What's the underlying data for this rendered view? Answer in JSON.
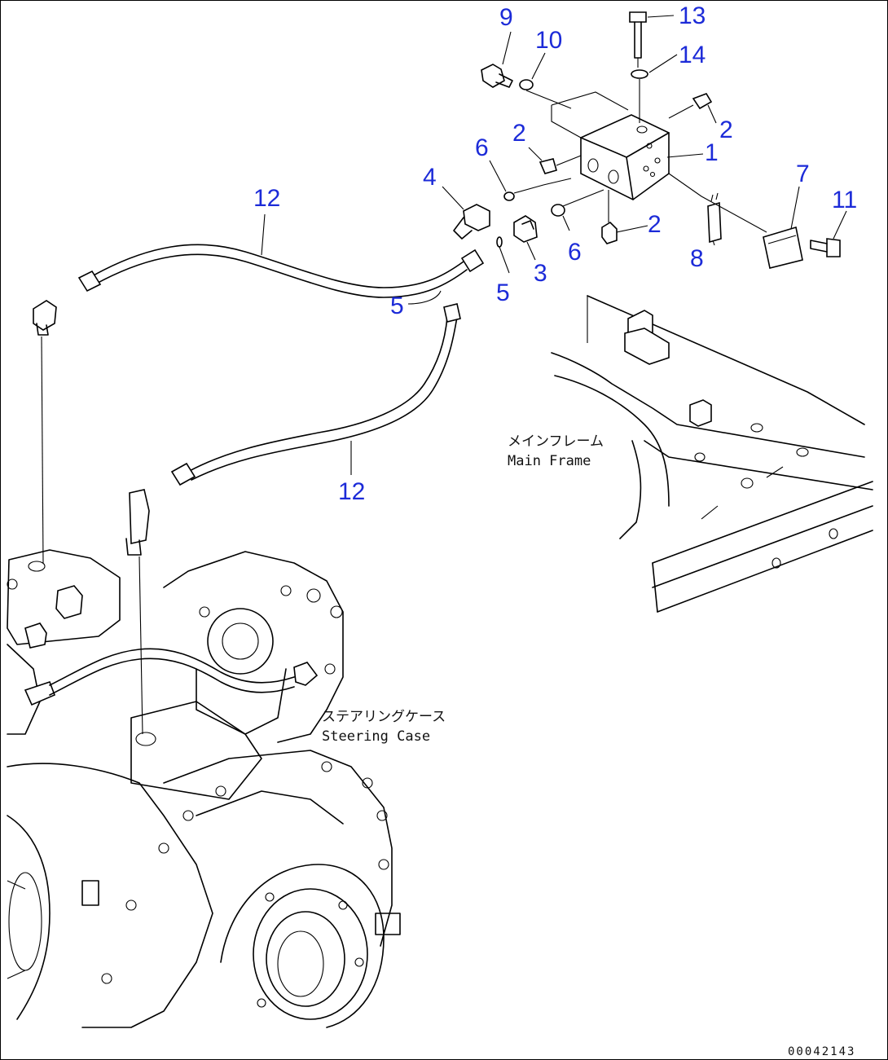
{
  "callouts": [
    {
      "id": "c1",
      "text": "1"
    },
    {
      "id": "c2a",
      "text": "2"
    },
    {
      "id": "c2b",
      "text": "2"
    },
    {
      "id": "c2c",
      "text": "2"
    },
    {
      "id": "c3",
      "text": "3"
    },
    {
      "id": "c4",
      "text": "4"
    },
    {
      "id": "c5a",
      "text": "5"
    },
    {
      "id": "c5b",
      "text": "5"
    },
    {
      "id": "c6a",
      "text": "6"
    },
    {
      "id": "c6b",
      "text": "6"
    },
    {
      "id": "c7",
      "text": "7"
    },
    {
      "id": "c8",
      "text": "8"
    },
    {
      "id": "c9",
      "text": "9"
    },
    {
      "id": "c10",
      "text": "10"
    },
    {
      "id": "c11",
      "text": "11"
    },
    {
      "id": "c12a",
      "text": "12"
    },
    {
      "id": "c12b",
      "text": "12"
    },
    {
      "id": "c13",
      "text": "13"
    },
    {
      "id": "c14",
      "text": "14"
    }
  ],
  "labels": {
    "main_frame_jp": "メインフレーム",
    "main_frame_en": "Main Frame",
    "steering_case_jp": "ステアリングケース",
    "steering_case_en": "Steering Case"
  },
  "drawing_code": "00042143",
  "colors": {
    "callout": "#1c2bd8",
    "line": "#000000",
    "background": "#ffffff"
  }
}
